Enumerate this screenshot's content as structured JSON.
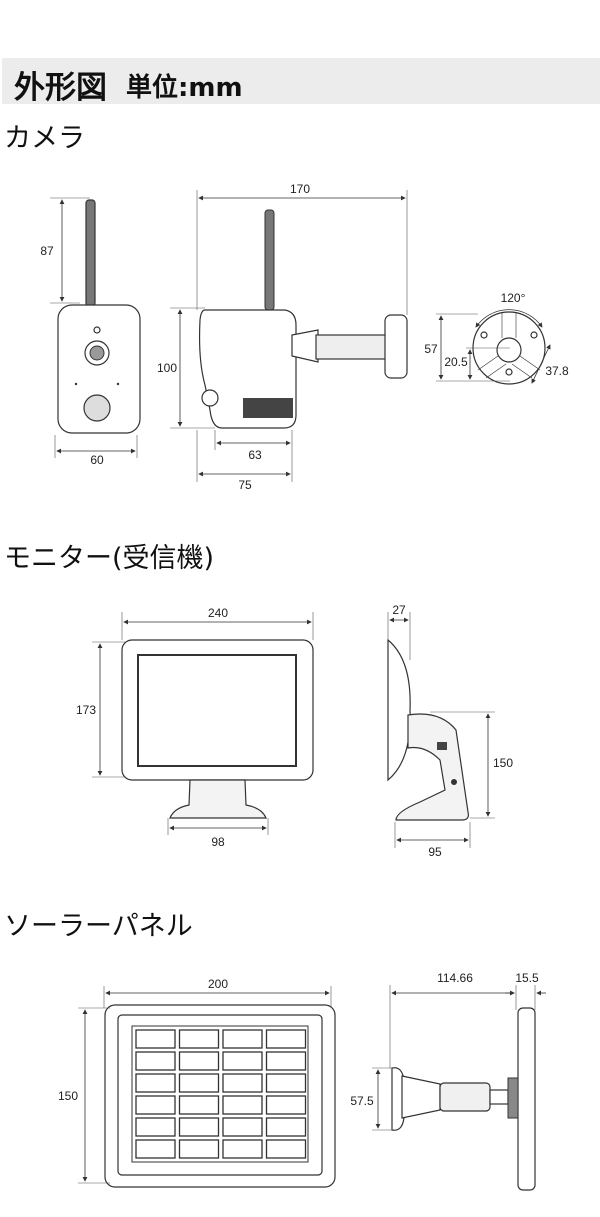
{
  "header": {
    "title": "外形図",
    "unit": "単位:mm"
  },
  "sections": {
    "camera": {
      "title": "カメラ",
      "dims": {
        "antenna_height": "87",
        "height": "100",
        "width": "60",
        "total_length": "170",
        "body_depth": "63",
        "depth": "75",
        "mount_angle": "120°",
        "mount_height": "57",
        "mount_offset": "20.5",
        "mount_hole_spacing": "37.8"
      }
    },
    "monitor": {
      "title": "モニター(受信機)",
      "dims": {
        "width": "240",
        "height": "173",
        "stand_width": "98",
        "thickness": "27",
        "stand_height": "150",
        "stand_depth": "95"
      }
    },
    "solar": {
      "title": "ソーラーパネル",
      "dims": {
        "width": "200",
        "height": "150",
        "arm_length": "114.66",
        "panel_thickness": "15.5",
        "mount_height": "57.5"
      }
    }
  }
}
